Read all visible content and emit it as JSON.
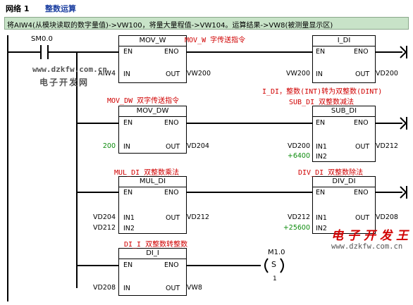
{
  "network": {
    "label": "网络 1",
    "title": "整数运算",
    "comment": "将AIW4(从模块读取的数字量值)->VW100，将量大量程值->VW104。运算结果->VW8(被测量显示区)"
  },
  "contact": {
    "address": "SM0.0"
  },
  "blocks": {
    "mov_w": {
      "name": "MOV_W",
      "en": "EN",
      "eno": "ENO",
      "in": "IN",
      "out": "OUT",
      "in_param": "AIW4",
      "out_param": "VW200"
    },
    "i_di": {
      "name": "I_DI",
      "en": "EN",
      "eno": "ENO",
      "in": "IN",
      "out": "OUT",
      "in_param": "VW200",
      "out_param": "VD200"
    },
    "mov_dw": {
      "name": "MOV_DW",
      "en": "EN",
      "eno": "ENO",
      "in": "IN",
      "out": "OUT",
      "in_param": "200",
      "out_param": "VD204"
    },
    "sub_di": {
      "name": "SUB_DI",
      "en": "EN",
      "eno": "ENO",
      "in1": "IN1",
      "in2": "IN2",
      "out": "OUT",
      "in1_param": "VD200",
      "in2_param": "+6400",
      "out_param": "VD212"
    },
    "mul_di": {
      "name": "MUL_DI",
      "en": "EN",
      "eno": "ENO",
      "in1": "IN1",
      "in2": "IN2",
      "out": "OUT",
      "in1_param": "VD204",
      "in2_param": "VD212",
      "out_param": "VD212"
    },
    "div_di": {
      "name": "DIV_DI",
      "en": "EN",
      "eno": "ENO",
      "in1": "IN1",
      "in2": "IN2",
      "out": "OUT",
      "in1_param": "VD212",
      "in2_param": "+25600",
      "out_param": "VD208"
    },
    "di_i": {
      "name": "DI_I",
      "en": "EN",
      "eno": "ENO",
      "in": "IN",
      "out": "OUT",
      "in_param": "VD208",
      "out_param": "VW8"
    }
  },
  "coil": {
    "address": "M1.0",
    "type": "S",
    "count": "1"
  },
  "annotations": {
    "mov_w": "MOV_W 字传送指令",
    "i_di": "I_DI，整数(INT)转为双整数(DINT)",
    "mov_dw": "MOV_DW 双字传送指令",
    "sub_di": "SUB_DI 双整数减法",
    "mul_di": "MUL_DI 双整数乘法",
    "div_di": "DIV_DI 双整数除法",
    "di_i": "DI_I  双整数转整数"
  },
  "watermarks": {
    "url_top": "www.dzkfw.com.cn",
    "cn_top": "电子开发网",
    "cn_bottom": "电子开发王",
    "url_bottom": "www.dzkfw.com.cn"
  }
}
